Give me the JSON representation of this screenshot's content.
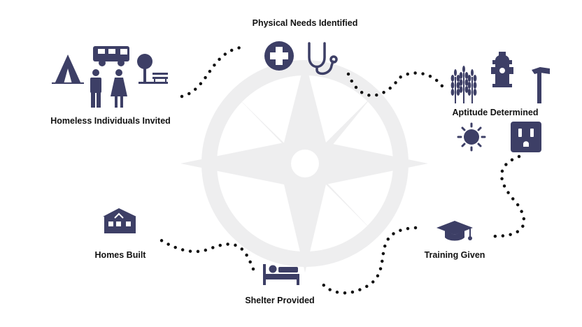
{
  "diagram": {
    "colors": {
      "icon": "#3d3f66",
      "compass": "#eeeeef",
      "dot": "#111111",
      "text": "#111111"
    },
    "stages": [
      {
        "id": "physical",
        "label": "Physical Needs Identified",
        "icons": [
          "medical-cross-icon",
          "stethoscope-icon"
        ]
      },
      {
        "id": "homeless",
        "label": "Homeless Individuals Invited",
        "icons": [
          "tent-icon",
          "rv-camper-icon",
          "park-bench-icon",
          "man-icon",
          "woman-icon"
        ]
      },
      {
        "id": "aptitude",
        "label": "Aptitude Determined",
        "icons": [
          "wheat-icon",
          "fire-hydrant-icon",
          "hammer-icon",
          "sun-icon",
          "power-outlet-icon"
        ]
      },
      {
        "id": "training",
        "label": "Training Given",
        "icons": [
          "graduation-cap-icon"
        ]
      },
      {
        "id": "shelter",
        "label": "Shelter Provided",
        "icons": [
          "bed-icon"
        ]
      },
      {
        "id": "homes",
        "label": "Homes Built",
        "icons": [
          "house-icon"
        ]
      }
    ],
    "background_icon": "compass-rose-icon"
  }
}
